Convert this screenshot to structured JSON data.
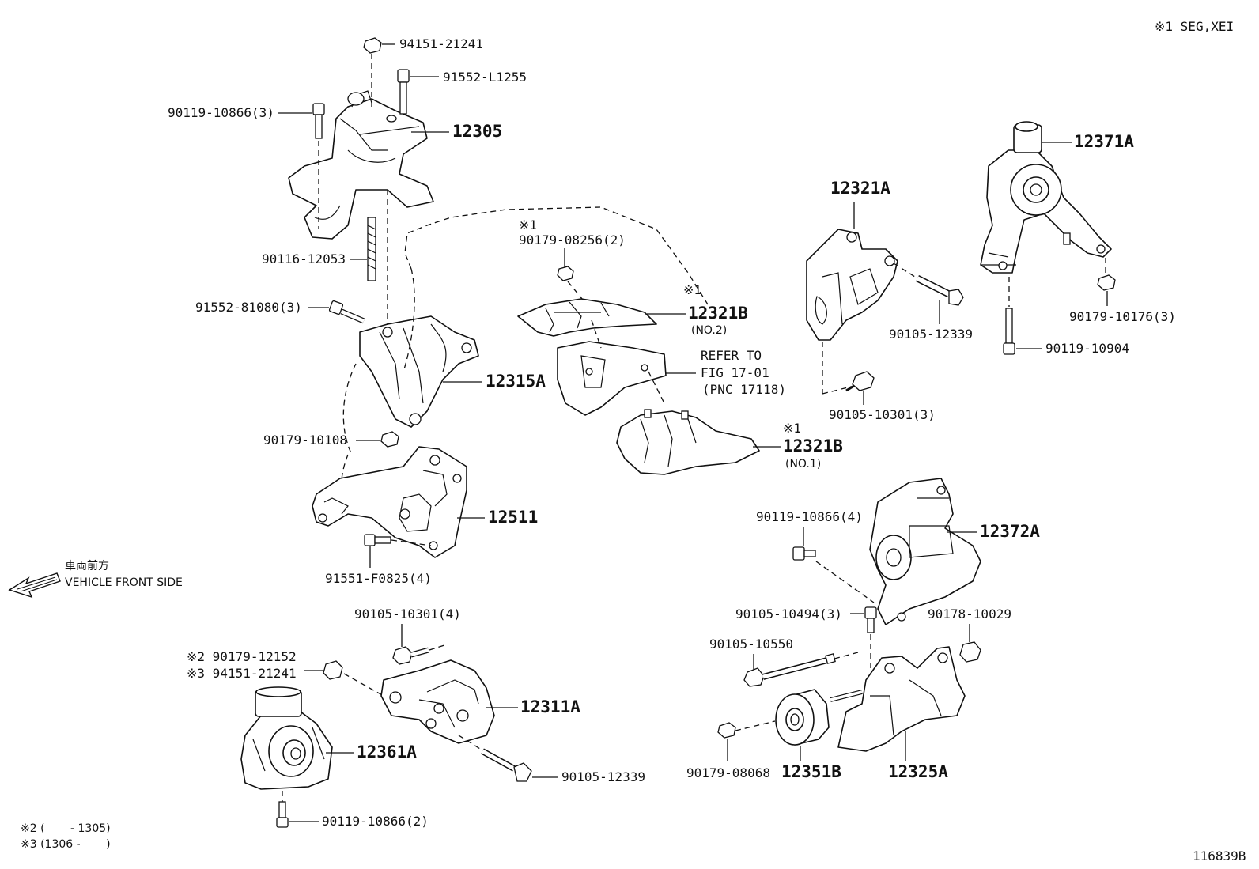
{
  "header": {
    "variant_note": "※1 SEG,XEI"
  },
  "footer": {
    "figure_number": "116839B",
    "note_2": "※2 (　　 - 1305)",
    "note_3": "※3 (1306 -　　 )"
  },
  "front_side": {
    "label_jp": "車両前方",
    "label_en": "VEHICLE FRONT SIDE"
  },
  "labels": {
    "p94151_21241_top": "94151-21241",
    "p91552_L1255": "91552-L1255",
    "p90119_10866_3": "90119-10866(3)",
    "p12305": "12305",
    "p90116_12053": "90116-12053",
    "p91552_81080_3": "91552-81080(3)",
    "p12315A": "12315A",
    "p90179_10108": "90179-10108",
    "p12511": "12511",
    "p91551_F0825_4": "91551-F0825(4)",
    "p90179_08256_mark": "※1",
    "p90179_08256_2": "90179-08256(2)",
    "p12321B_no2_mark": "※1",
    "p12321B_top": "12321B",
    "p12321B_no2": "(NO.2)",
    "refer_to": "REFER TO",
    "fig": "FIG 17-01",
    "pnc": "(PNC 17118)",
    "p12321B_no1_mark": "※1",
    "p12321B_bottom": "12321B",
    "p12321B_no1": "(NO.1)",
    "p12321A": "12321A",
    "p90105_12339_right": "90105-12339",
    "p90105_10301_3": "90105-10301(3)",
    "p12371A": "12371A",
    "p90179_10176_3": "90179-10176(3)",
    "p90119_10904": "90119-10904",
    "p90119_10866_4": "90119-10866(4)",
    "p12372A": "12372A",
    "p90105_10494_3": "90105-10494(3)",
    "p90178_10029": "90178-10029",
    "p90105_10550": "90105-10550",
    "p90179_08068": "90179-08068",
    "p12351B": "12351B",
    "p12325A": "12325A",
    "p90105_10301_4": "90105-10301(4)",
    "p90179_12152": "※2 90179-12152",
    "p94151_21241_bottom": "※3 94151-21241",
    "p12311A": "12311A",
    "p12361A": "12361A",
    "p90105_12339_bottom": "90105-12339",
    "p90119_10866_2": "90119-10866(2)"
  }
}
